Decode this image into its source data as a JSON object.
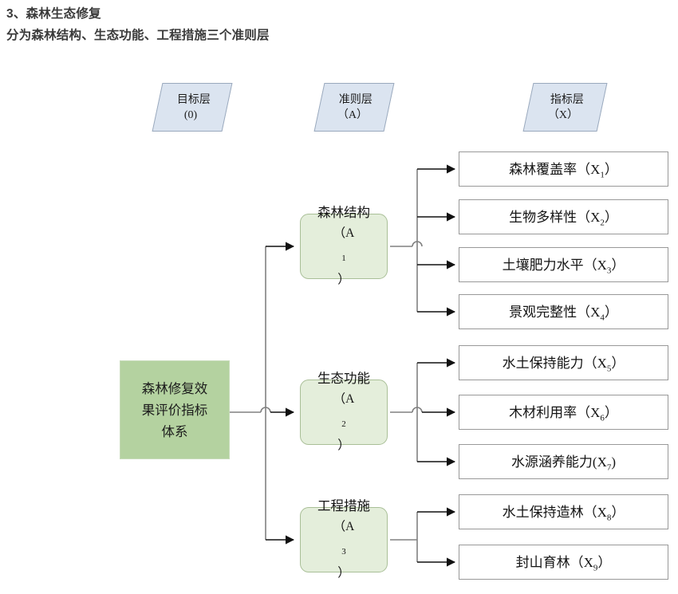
{
  "heading": {
    "line1": "3、森林生态修复",
    "line2": "分为森林结构、生态功能、工程措施三个准则层"
  },
  "diagram": {
    "type": "hierarchy-tree",
    "layer_headers": [
      {
        "name": "goal-layer-header",
        "title": "目标层",
        "code": "(0)"
      },
      {
        "name": "criterion-layer-header",
        "title": "准则层",
        "code": "（A）"
      },
      {
        "name": "indicator-layer-header",
        "title": "指标层",
        "code": "（X）"
      }
    ],
    "goal": {
      "line1": "森林修复效",
      "line2": "果评价指标",
      "line3": "体系",
      "fill": "#b4d2a0"
    },
    "criteria": [
      {
        "label": "森林结构",
        "code_prefix": "（A",
        "code_sub": "1",
        "code_suffix": "）",
        "fill": "#e4eedb"
      },
      {
        "label": "生态功能",
        "code_prefix": "（A",
        "code_sub": "2",
        "code_suffix": "）",
        "fill": "#e4eedb"
      },
      {
        "label": "工程措施",
        "code_prefix": "（A",
        "code_sub": "3",
        "code_suffix": "）",
        "fill": "#e4eedb"
      }
    ],
    "indicators": [
      {
        "label": "森林覆盖率（X",
        "sub": "1",
        "tail": "）",
        "parent": "森林结构"
      },
      {
        "label": "生物多样性（X",
        "sub": "2",
        "tail": "）",
        "parent": "森林结构"
      },
      {
        "label": "土壤肥力水平（X",
        "sub": "3",
        "tail": "）",
        "parent": "森林结构"
      },
      {
        "label": "景观完整性（X",
        "sub": "4",
        "tail": "）",
        "parent": "森林结构"
      },
      {
        "label": "水土保持能力（X",
        "sub": "5",
        "tail": "）",
        "parent": "生态功能"
      },
      {
        "label": "木材利用率（X",
        "sub": "6",
        "tail": "）",
        "parent": "生态功能"
      },
      {
        "label": "水源涵养能力(X",
        "sub": "7",
        "tail": ")",
        "parent": "生态功能"
      },
      {
        "label": "水土保持造林（X",
        "sub": "8",
        "tail": "）",
        "parent": "工程措施"
      },
      {
        "label": "封山育林（X",
        "sub": "9",
        "tail": "）",
        "parent": "工程措施"
      }
    ],
    "colors": {
      "header_fill": "#dbe4f0",
      "header_stroke": "#9aa9bd",
      "goal_fill": "#b4d2a0",
      "criterion_fill": "#e4eedb",
      "criterion_stroke": "#a9bf97",
      "indicator_stroke": "#999999",
      "connector": "#808080",
      "heading_text": "#3a3a3a"
    }
  }
}
